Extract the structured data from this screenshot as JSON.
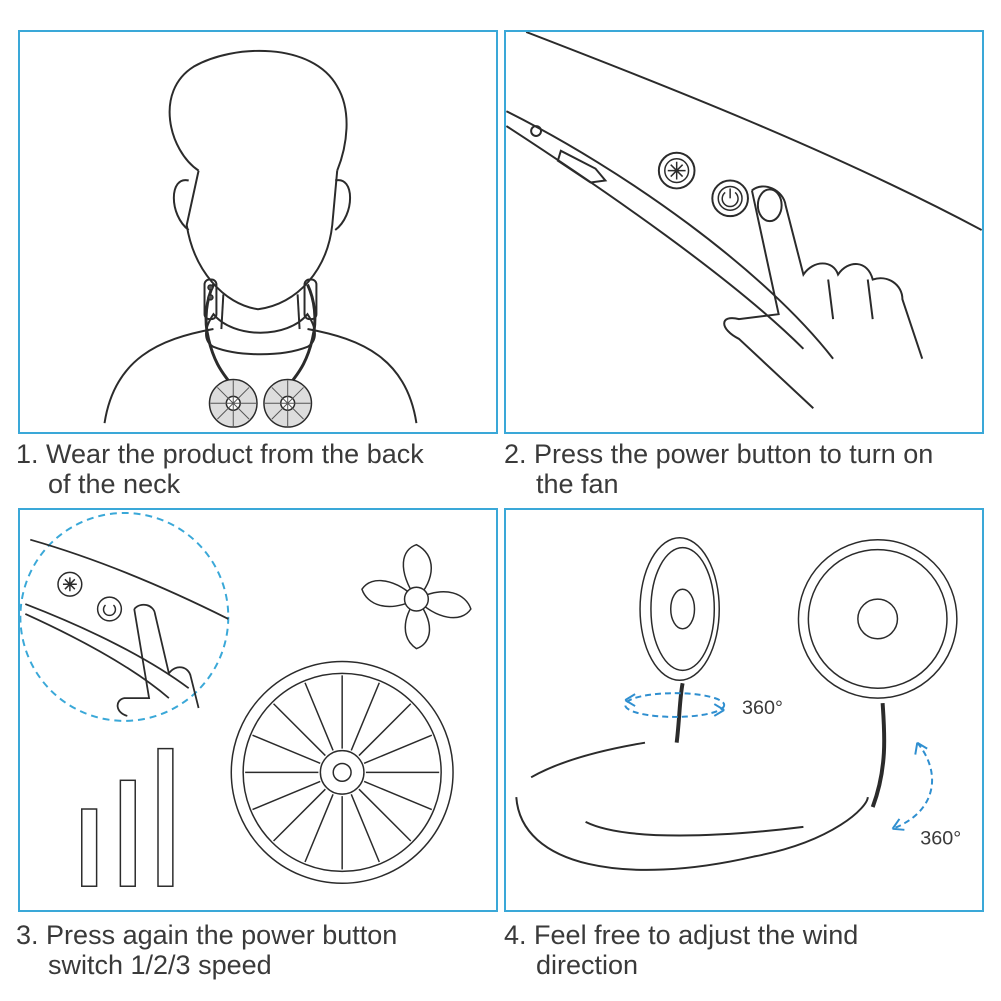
{
  "steps": [
    {
      "number": "1.",
      "line1": "Wear the product from the back",
      "line2": "of the neck"
    },
    {
      "number": "2.",
      "line1": "Press the power button to turn on",
      "line2": "the fan"
    },
    {
      "number": "3.",
      "line1": "Press again the power button",
      "line2": "switch 1/2/3 speed"
    },
    {
      "number": "4.",
      "line1": "Feel free to adjust the wind",
      "line2": "direction"
    }
  ],
  "rotation_labels": {
    "horizontal": "360°",
    "vertical": "360°"
  },
  "colors": {
    "frame": "#3aa8d8",
    "arrow": "#2f8fd0",
    "line": "#2b2b2b"
  },
  "icons": [
    "fan-mode-icon",
    "power-icon",
    "speed-bars-icon",
    "fan-blade-icon"
  ]
}
